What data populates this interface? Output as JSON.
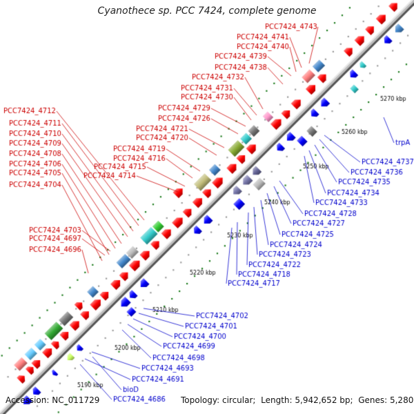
{
  "header": {
    "title": "Cyanothece sp. PCC 7424, complete genome"
  },
  "footer": {
    "accession_label": "Accession:",
    "accession": "NC_011729",
    "topology_label": "Topology:",
    "topology": "circular",
    "length_label": "Length:",
    "length": "5,942,652 bp",
    "genes_label": "Genes:",
    "genes": "5,280"
  },
  "ticks": [
    "5190 kbp",
    "5200 kbp",
    "5210 kbp",
    "5220 kbp",
    "5230 kbp",
    "5240 kbp",
    "5250 kbp",
    "5260 kbp",
    "5270 kbp"
  ],
  "labels_top_left": [
    "PCC7424_4743",
    "PCC7424_4741",
    "PCC7424_4740",
    "PCC7424_4739",
    "PCC7424_4738",
    "PCC7424_4732",
    "PCC7424_4731",
    "PCC7424_4730",
    "PCC7424_4729",
    "PCC7424_4726",
    "PCC7424_4721",
    "PCC7424_4720",
    "PCC7424_4719",
    "PCC7424_4716",
    "PCC7424_4715",
    "PCC7424_4714"
  ],
  "labels_left": [
    "PCC7424_4712",
    "PCC7424_4711",
    "PCC7424_4710",
    "PCC7424_4709",
    "PCC7424_4708",
    "PCC7424_4706",
    "PCC7424_4705",
    "PCC7424_4704",
    "PCC7424_4703",
    "PCC7424_4697",
    "PCC7424_4696"
  ],
  "labels_right": [
    "trpA",
    "PCC7424_4737",
    "PCC7424_4736",
    "PCC7424_4735",
    "PCC7424_4734",
    "PCC7424_4733",
    "PCC7424_4728",
    "PCC7424_4727",
    "PCC7424_4725",
    "PCC7424_4724",
    "PCC7424_4723",
    "PCC7424_4722",
    "PCC7424_4718",
    "PCC7424_4717"
  ],
  "labels_bottom": [
    "PCC7424_4702",
    "PCC7424_4701",
    "PCC7424_4700",
    "PCC7424_4699",
    "PCC7424_4698",
    "PCC7424_4693",
    "PCC7424_4691",
    "bioD",
    "PCC7424_4686"
  ],
  "colors": {
    "forward_gene": "#ff0000",
    "reverse_gene": "#0000ff",
    "forward_label": "#cc0000",
    "reverse_label": "#0000cc",
    "backbone": "#999999",
    "tick_dots": "#1a7a1a"
  }
}
